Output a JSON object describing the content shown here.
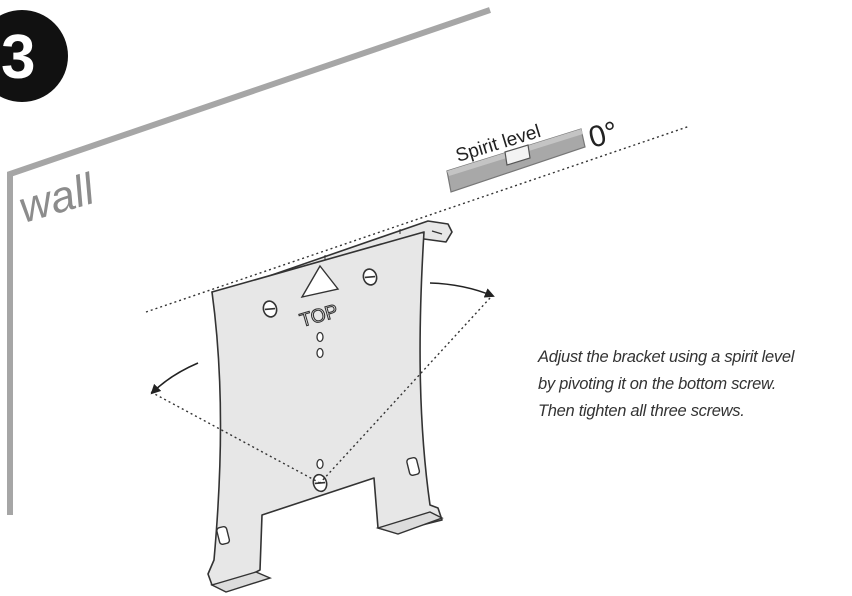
{
  "step": {
    "number": "3"
  },
  "labels": {
    "wall": "wall",
    "spirit_level": "Spirit level",
    "angle": "0°",
    "top": "TOP"
  },
  "instructions": {
    "lines": [
      "Adjust the bracket using a spirit level",
      "by pivoting it on the bottom screw.",
      "Then tighten all three screws."
    ]
  },
  "colors": {
    "wall_line": "#a6a6a6",
    "bracket_fill": "#e7e7e7",
    "level_fill": "#a8a8a8",
    "outline": "#333333",
    "badge": "#111111"
  },
  "icons": {
    "screws": [
      "screw-icon",
      "screw-icon",
      "screw-icon"
    ],
    "arrows": [
      "arrow-left-icon",
      "arrow-right-icon"
    ]
  }
}
